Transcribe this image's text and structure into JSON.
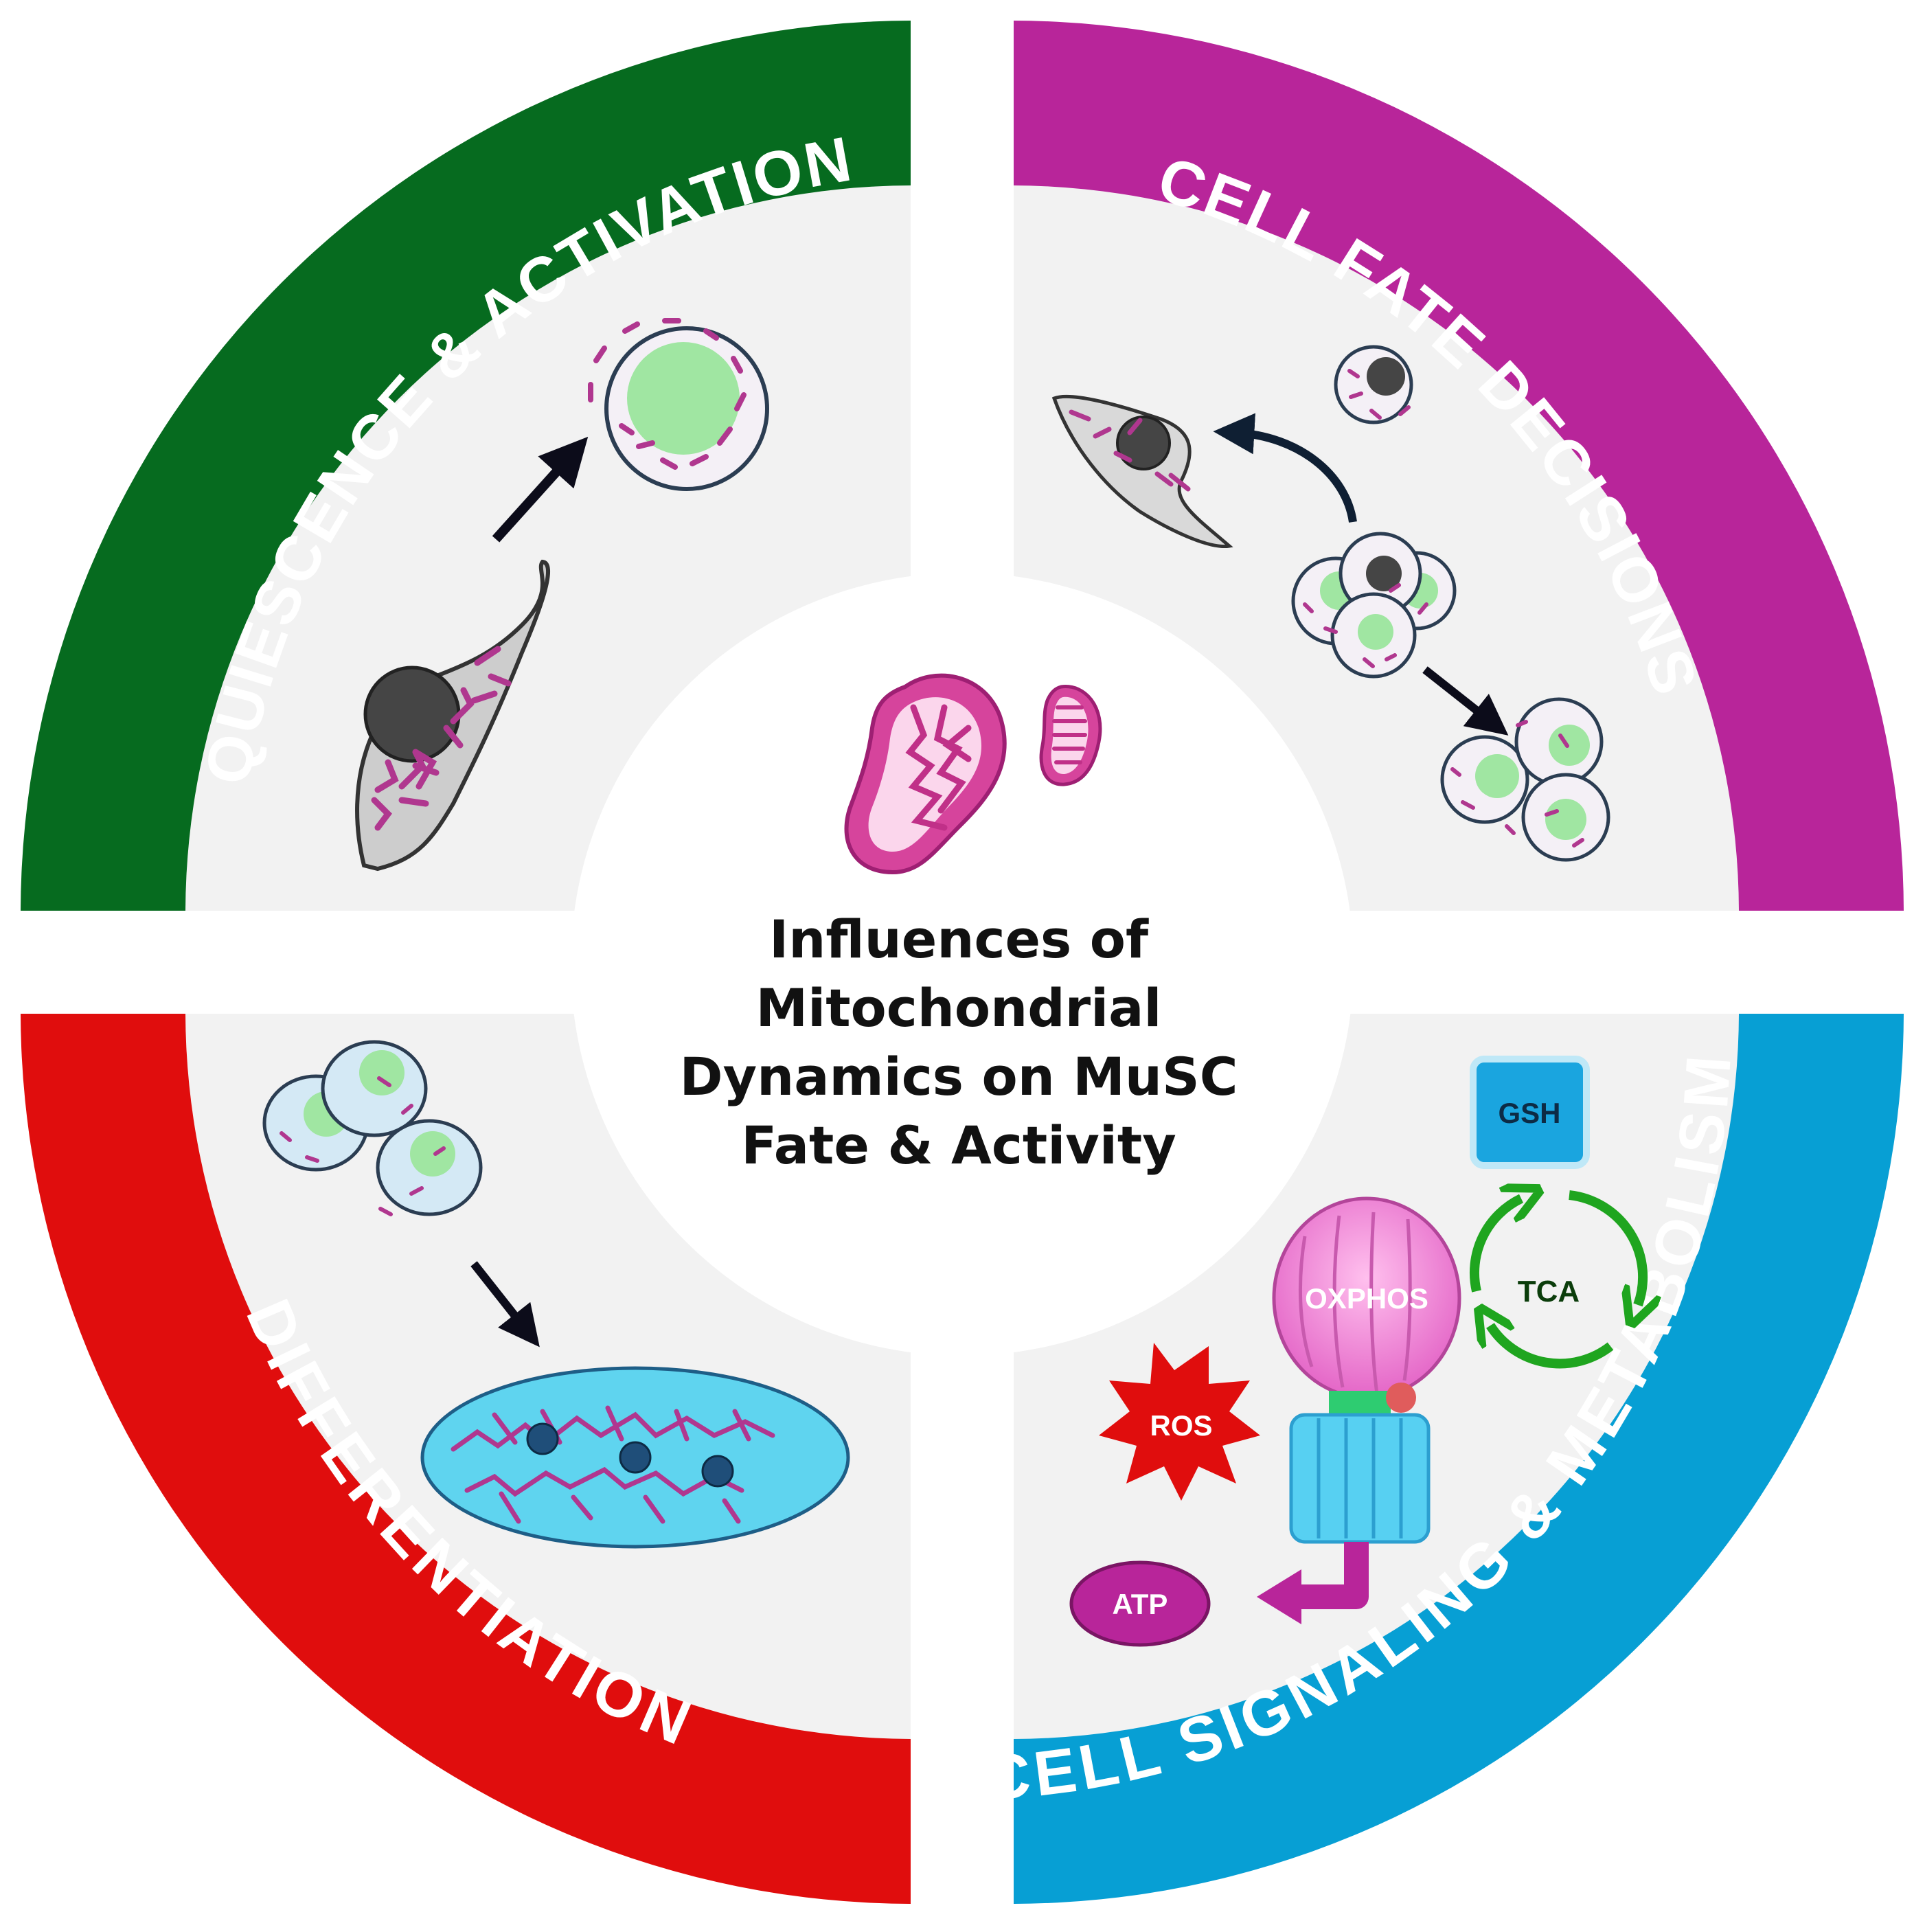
{
  "quadrants": [
    {
      "id": "quiescence",
      "label": "QUIESCENCE & ACTIVATION",
      "color": "#066b1f"
    },
    {
      "id": "fate",
      "label": "CELL FATE DECISIONS",
      "color": "#b8259a"
    },
    {
      "id": "differentiation",
      "label": "DIFFERENTIATION",
      "color": "#e00d0d"
    },
    {
      "id": "signaling",
      "label": "CELL SIGNALING & METABOLISM",
      "color": "#079fd4"
    }
  ],
  "center": {
    "lines": [
      "Influences of",
      "Mitochondrial",
      "Dynamics on MuSC",
      "Fate & Activity"
    ]
  },
  "metabolism": {
    "gsh": "GSH",
    "tca": "TCA",
    "oxphos": "OXPHOS",
    "ros": "ROS",
    "atp": "ATP"
  },
  "colors": {
    "panel_bg": "#f2f2f2",
    "mito": "#b0378f",
    "nucleus_green": "#a0e6a2",
    "nucleus_dark": "#454545",
    "myotube": "#5fd4ef"
  }
}
